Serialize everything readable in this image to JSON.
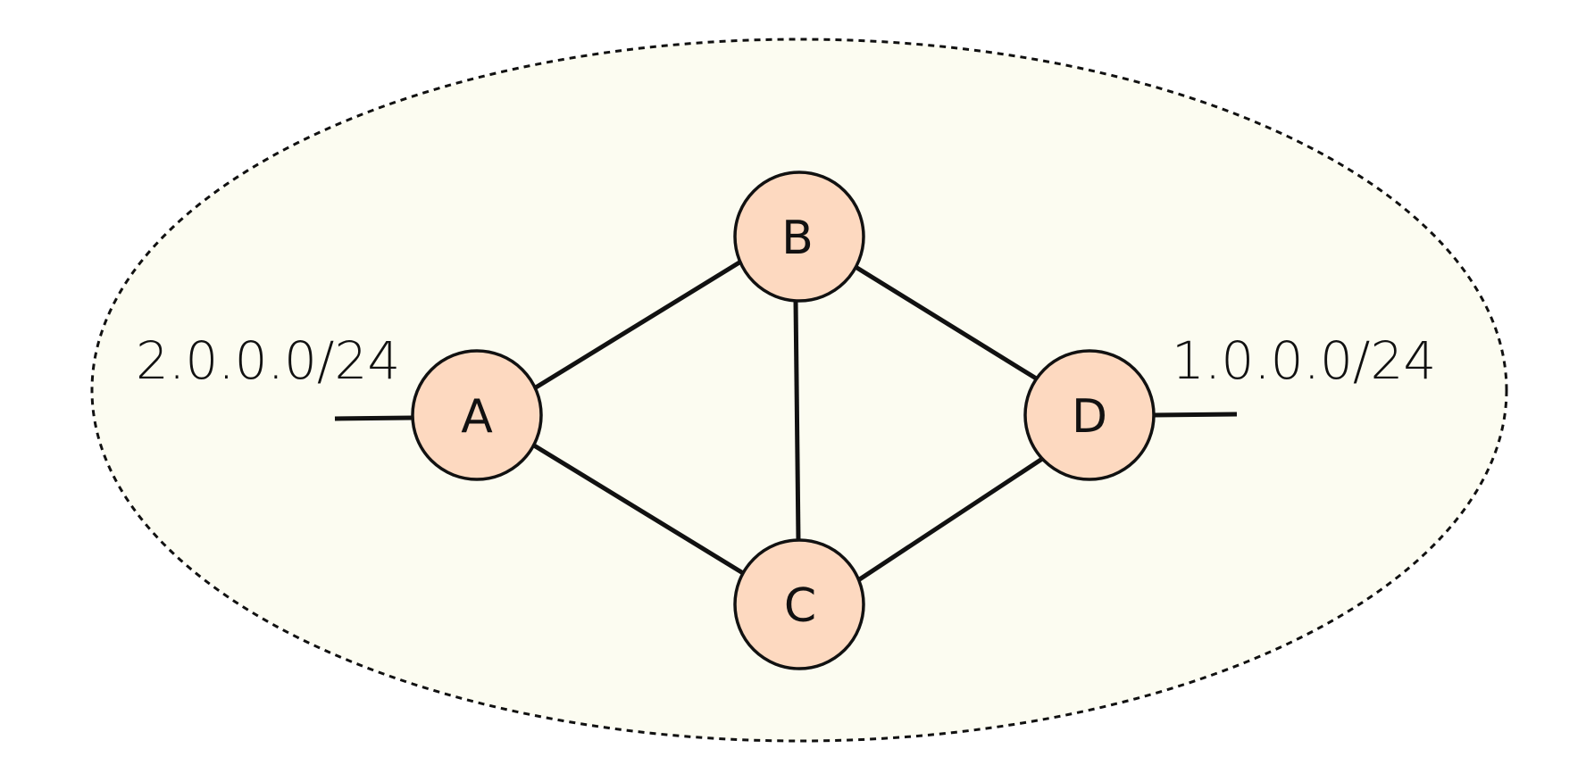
{
  "colors": {
    "background": "#ffffff",
    "area_fill": "#fcfcf1",
    "area_border": "#111111",
    "node_fill": "#fdd9c0",
    "node_stroke": "#111111",
    "link": "#111111",
    "text": "#111111"
  },
  "nodes": [
    {
      "id": "A",
      "label": "A"
    },
    {
      "id": "B",
      "label": "B"
    },
    {
      "id": "C",
      "label": "C"
    },
    {
      "id": "D",
      "label": "D"
    }
  ],
  "links": [
    {
      "from": "A",
      "to": "B"
    },
    {
      "from": "A",
      "to": "C"
    },
    {
      "from": "B",
      "to": "C"
    },
    {
      "from": "B",
      "to": "D"
    },
    {
      "from": "C",
      "to": "D"
    }
  ],
  "prefixes": [
    {
      "node": "A",
      "label": "2.0.0.0/24"
    },
    {
      "node": "D",
      "label": "1.0.0.0/24"
    }
  ]
}
